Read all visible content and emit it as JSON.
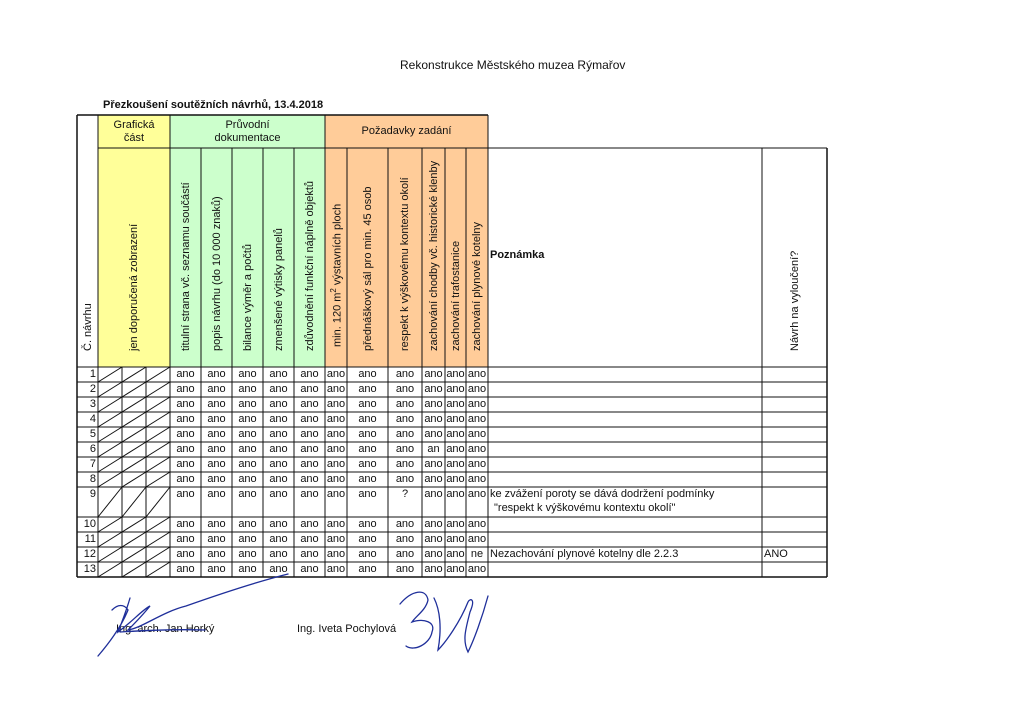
{
  "document": {
    "title": "Rekonstrukce Městského muzea Rýmařov",
    "subtitle": "Přezkoušení soutěžních návrhů, 13.4.2018"
  },
  "groups": {
    "graficka": "Grafická\nčást",
    "pruvodni": "Průvodní\ndokumentace",
    "pozadavky": "Požadavky zadání"
  },
  "columns": {
    "cislo": "Č. návrhu",
    "zobrazeni": "jen doporučená zobrazení",
    "titulni": "titulní strana vč. seznamu součástí",
    "popis": "popis návrhu (do 10 000 znaků)",
    "bilance": "bilance výměr a počtů",
    "zmensene": "zmenšené výtisky panelů",
    "zduvodneni": "zdůvodnění funkční náplně objektů",
    "plocha_prefix": "min. 120 m",
    "plocha_sup": "2",
    "plocha_suffix": " výstavních ploch",
    "sal": "přednáškový sál pro min. 45 osob",
    "kontext": "respekt k výškovému kontextu okolí",
    "chodba": "zachování chodby vč. historické klenby",
    "trafostanice": "zachování trafostanice",
    "kotelna": "zachování plynové kotelny",
    "poznamka": "Poznámka",
    "vylouceni": "Návrh na vyloučení?"
  },
  "rows": [
    {
      "n": "1",
      "v": [
        "ano",
        "ano",
        "ano",
        "ano",
        "ano",
        "ano",
        "ano",
        "ano",
        "ano",
        "ano",
        "ano"
      ],
      "note": "",
      "excl": ""
    },
    {
      "n": "2",
      "v": [
        "ano",
        "ano",
        "ano",
        "ano",
        "ano",
        "ano",
        "ano",
        "ano",
        "ano",
        "ano",
        "ano"
      ],
      "note": "",
      "excl": ""
    },
    {
      "n": "3",
      "v": [
        "ano",
        "ano",
        "ano",
        "ano",
        "ano",
        "ano",
        "ano",
        "ano",
        "ano",
        "ano",
        "ano"
      ],
      "note": "",
      "excl": ""
    },
    {
      "n": "4",
      "v": [
        "ano",
        "ano",
        "ano",
        "ano",
        "ano",
        "ano",
        "ano",
        "ano",
        "ano",
        "ano",
        "ano"
      ],
      "note": "",
      "excl": ""
    },
    {
      "n": "5",
      "v": [
        "ano",
        "ano",
        "ano",
        "ano",
        "ano",
        "ano",
        "ano",
        "ano",
        "ano",
        "ano",
        "ano"
      ],
      "note": "",
      "excl": ""
    },
    {
      "n": "6",
      "v": [
        "ano",
        "ano",
        "ano",
        "ano",
        "ano",
        "ano",
        "ano",
        "ano",
        "an",
        "ano",
        "ano"
      ],
      "note": "",
      "excl": ""
    },
    {
      "n": "7",
      "v": [
        "ano",
        "ano",
        "ano",
        "ano",
        "ano",
        "ano",
        "ano",
        "ano",
        "ano",
        "ano",
        "ano"
      ],
      "note": "",
      "excl": ""
    },
    {
      "n": "8",
      "v": [
        "ano",
        "ano",
        "ano",
        "ano",
        "ano",
        "ano",
        "ano",
        "ano",
        "ano",
        "ano",
        "ano"
      ],
      "note": "",
      "excl": ""
    },
    {
      "n": "9",
      "v": [
        "ano",
        "ano",
        "ano",
        "ano",
        "ano",
        "ano",
        "ano",
        "?",
        "ano",
        "ano",
        "ano"
      ],
      "note": "ke zvážení poroty se dává dodržení podmínky",
      "note2": "\"respekt k výškovému kontextu okolí\"",
      "excl": ""
    },
    {
      "n": "10",
      "v": [
        "ano",
        "ano",
        "ano",
        "ano",
        "ano",
        "ano",
        "ano",
        "ano",
        "ano",
        "ano",
        "ano"
      ],
      "note": "",
      "excl": ""
    },
    {
      "n": "11",
      "v": [
        "ano",
        "ano",
        "ano",
        "ano",
        "ano",
        "ano",
        "ano",
        "ano",
        "ano",
        "ano",
        "ano"
      ],
      "note": "",
      "excl": ""
    },
    {
      "n": "12",
      "v": [
        "ano",
        "ano",
        "ano",
        "ano",
        "ano",
        "ano",
        "ano",
        "ano",
        "ano",
        "ano",
        "ne"
      ],
      "note": "Nezachování plynové kotelny dle 2.2.3",
      "excl": "ANO"
    },
    {
      "n": "13",
      "v": [
        "ano",
        "ano",
        "ano",
        "ano",
        "ano",
        "ano",
        "ano",
        "ano",
        "ano",
        "ano",
        "ano"
      ],
      "note": "",
      "excl": ""
    }
  ],
  "signatures": {
    "left": "Ing. arch. Jan Horký",
    "right": "Ing. Iveta Pochylová"
  },
  "colors": {
    "graficka": "#ffff99",
    "pruvodni": "#ccffcc",
    "pozadavky": "#ffcc99",
    "lines": "#111111",
    "ink": "#1f2f9a"
  }
}
